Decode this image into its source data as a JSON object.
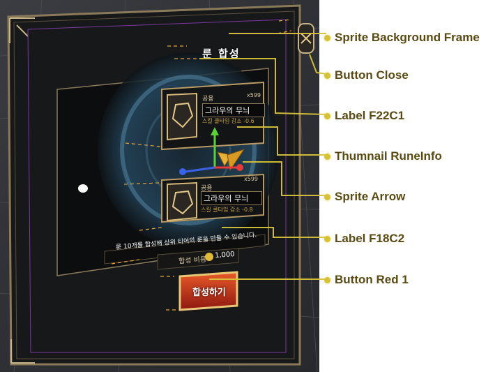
{
  "panel": {
    "title": "룬 합성",
    "card_top": {
      "category": "공용",
      "count": "x599",
      "name": "그라우의 무늬",
      "effect": "스킬 쿨타임 감소 -0.6"
    },
    "card_bottom": {
      "category": "공용",
      "count": "x599",
      "name": "그라우의 무늬",
      "effect": "스킬 쿨타임 감소 -0.8"
    },
    "info_text": "룬 10개를 합성해 상위 티어의 룬을 만들 수 있습니다.",
    "cost_label": "합성 비용",
    "cost_value": "1,000",
    "button_label": "합성하기"
  },
  "callouts": [
    "Sprite Background Frame",
    "Button Close",
    "Label F22C1",
    "Thumnail RuneInfo",
    "Sprite Arrow",
    "Label F18C2",
    "Button Red 1"
  ],
  "colors": {
    "callout_text": "#5a4a12",
    "callout_line": "#d6c23a",
    "guide_dash": "#e8a23a",
    "frame_gold": "#b89a62",
    "button_red": "#b8241a",
    "viewport_bg": "#2f3136"
  }
}
